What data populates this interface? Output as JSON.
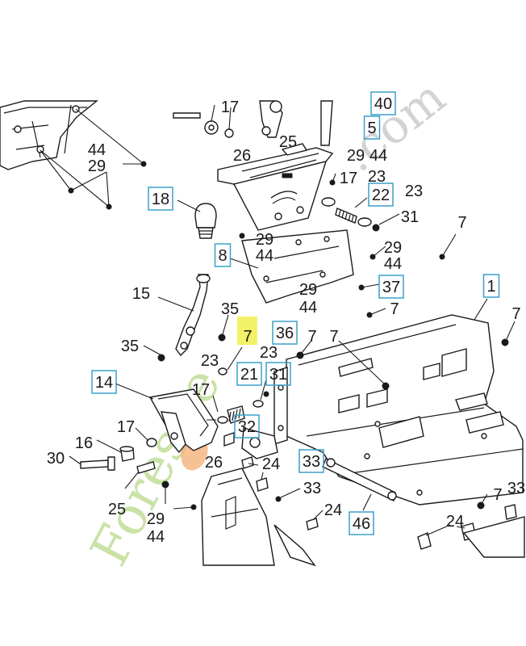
{
  "watermark": {
    "text1": "Forestie",
    "text2": ".com"
  },
  "labels": [
    {
      "id": "l44a",
      "text": "44",
      "boxed": false
    },
    {
      "id": "l29a",
      "text": "29",
      "boxed": false
    },
    {
      "id": "l17top",
      "text": "17",
      "boxed": false
    },
    {
      "id": "l26top",
      "text": "26",
      "boxed": false
    },
    {
      "id": "l25top",
      "text": "25",
      "boxed": false
    },
    {
      "id": "l40",
      "text": "40",
      "boxed": true
    },
    {
      "id": "l5",
      "text": "5",
      "boxed": true
    },
    {
      "id": "l29b",
      "text": "29",
      "boxed": false
    },
    {
      "id": "l44b",
      "text": "44",
      "boxed": false
    },
    {
      "id": "l17b",
      "text": "17",
      "boxed": false
    },
    {
      "id": "l23a",
      "text": "23",
      "boxed": false
    },
    {
      "id": "l22",
      "text": "22",
      "boxed": true
    },
    {
      "id": "l23b",
      "text": "23",
      "boxed": false
    },
    {
      "id": "l31a",
      "text": "31",
      "boxed": false
    },
    {
      "id": "l7a",
      "text": "7",
      "boxed": false
    },
    {
      "id": "l18",
      "text": "18",
      "boxed": true
    },
    {
      "id": "l29c",
      "text": "29",
      "boxed": false
    },
    {
      "id": "l44c",
      "text": "44",
      "boxed": false
    },
    {
      "id": "l29d",
      "text": "29",
      "boxed": false
    },
    {
      "id": "l44d",
      "text": "44",
      "boxed": false
    },
    {
      "id": "l8",
      "text": "8",
      "boxed": true
    },
    {
      "id": "l37",
      "text": "37",
      "boxed": true
    },
    {
      "id": "l1",
      "text": "1",
      "boxed": true
    },
    {
      "id": "l15",
      "text": "15",
      "boxed": false
    },
    {
      "id": "l29e",
      "text": "29",
      "boxed": false
    },
    {
      "id": "l44e",
      "text": "44",
      "boxed": false
    },
    {
      "id": "l7b",
      "text": "7",
      "boxed": false
    },
    {
      "id": "l35a",
      "text": "35",
      "boxed": false
    },
    {
      "id": "l7hl",
      "text": "7",
      "boxed": false,
      "highlight": true
    },
    {
      "id": "l36",
      "text": "36",
      "boxed": true
    },
    {
      "id": "l7c",
      "text": "7",
      "boxed": false
    },
    {
      "id": "l7d",
      "text": "7",
      "boxed": false
    },
    {
      "id": "l7e",
      "text": "7",
      "boxed": false
    },
    {
      "id": "l35b",
      "text": "35",
      "boxed": false
    },
    {
      "id": "l23c",
      "text": "23",
      "boxed": false
    },
    {
      "id": "l23d",
      "text": "23",
      "boxed": false
    },
    {
      "id": "l21",
      "text": "21",
      "boxed": true
    },
    {
      "id": "l31b",
      "text": "31",
      "boxed": true
    },
    {
      "id": "l14",
      "text": "14",
      "boxed": true
    },
    {
      "id": "l17c",
      "text": "17",
      "boxed": false
    },
    {
      "id": "l32",
      "text": "32",
      "boxed": true
    },
    {
      "id": "l17d",
      "text": "17",
      "boxed": false
    },
    {
      "id": "l16",
      "text": "16",
      "boxed": false
    },
    {
      "id": "l30",
      "text": "30",
      "boxed": false
    },
    {
      "id": "l26b",
      "text": "26",
      "boxed": false
    },
    {
      "id": "l24a",
      "text": "24",
      "boxed": false
    },
    {
      "id": "l33a",
      "text": "33",
      "boxed": true
    },
    {
      "id": "l33b",
      "text": "33",
      "boxed": false
    },
    {
      "id": "l25b",
      "text": "25",
      "boxed": false
    },
    {
      "id": "l29f",
      "text": "29",
      "boxed": false
    },
    {
      "id": "l44f",
      "text": "44",
      "boxed": false
    },
    {
      "id": "l24b",
      "text": "24",
      "boxed": false
    },
    {
      "id": "l46",
      "text": "46",
      "boxed": true
    },
    {
      "id": "l7f",
      "text": "7",
      "boxed": false
    },
    {
      "id": "l33c",
      "text": "33",
      "boxed": false
    },
    {
      "id": "l24c",
      "text": "24",
      "boxed": false
    }
  ]
}
